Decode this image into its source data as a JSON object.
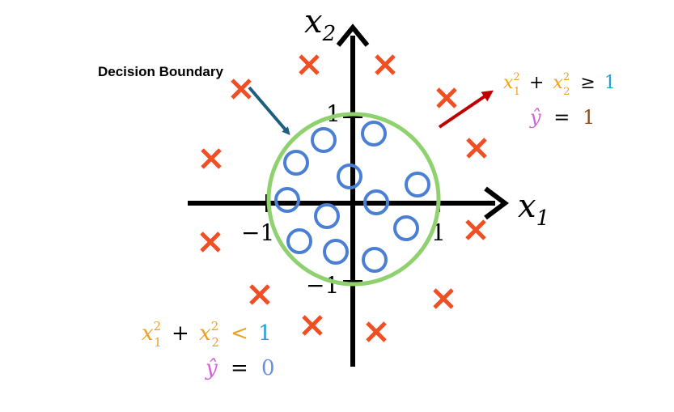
{
  "annotation": {
    "label": "Decision Boundary"
  },
  "axes": {
    "x_label_base": "x",
    "x_label_sub": "1",
    "y_label_base": "x",
    "y_label_sub": "2",
    "tick_pos_x": "1",
    "tick_neg_x": "−1",
    "tick_pos_y": "1",
    "tick_neg_y": "−1"
  },
  "region_outside": {
    "x1": "x",
    "x1_sub": "1",
    "x1_sup": "2",
    "plus": "+",
    "x2": "x",
    "x2_sub": "2",
    "x2_sup": "2",
    "op": "≥",
    "rhs": "1",
    "yhat": "ŷ",
    "eq": "=",
    "yval": "1"
  },
  "region_inside": {
    "x1": "x",
    "x1_sub": "1",
    "x1_sup": "2",
    "plus": "+",
    "x2": "x",
    "x2_sub": "2",
    "x2_sup": "2",
    "op": "<",
    "rhs": "1",
    "yhat": "ŷ",
    "eq": "=",
    "yval": "0"
  },
  "colors": {
    "cross": "#f04e23",
    "circle_point": "#4a7fd4",
    "boundary": "#8fd16f",
    "axis": "#000000",
    "annotation_arrow": "#1d5f80",
    "region_arrow": "#c00000",
    "x1_term": "#f0a020",
    "x2_term": "#f0a020",
    "rhs_one": "#2a9fd8",
    "yhat": "#d563d6",
    "y_one": "#8b4c1a",
    "y_zero": "#6a8fe0"
  },
  "markers": {
    "class_1_icon": "cross-icon",
    "class_0_icon": "circle-icon"
  }
}
